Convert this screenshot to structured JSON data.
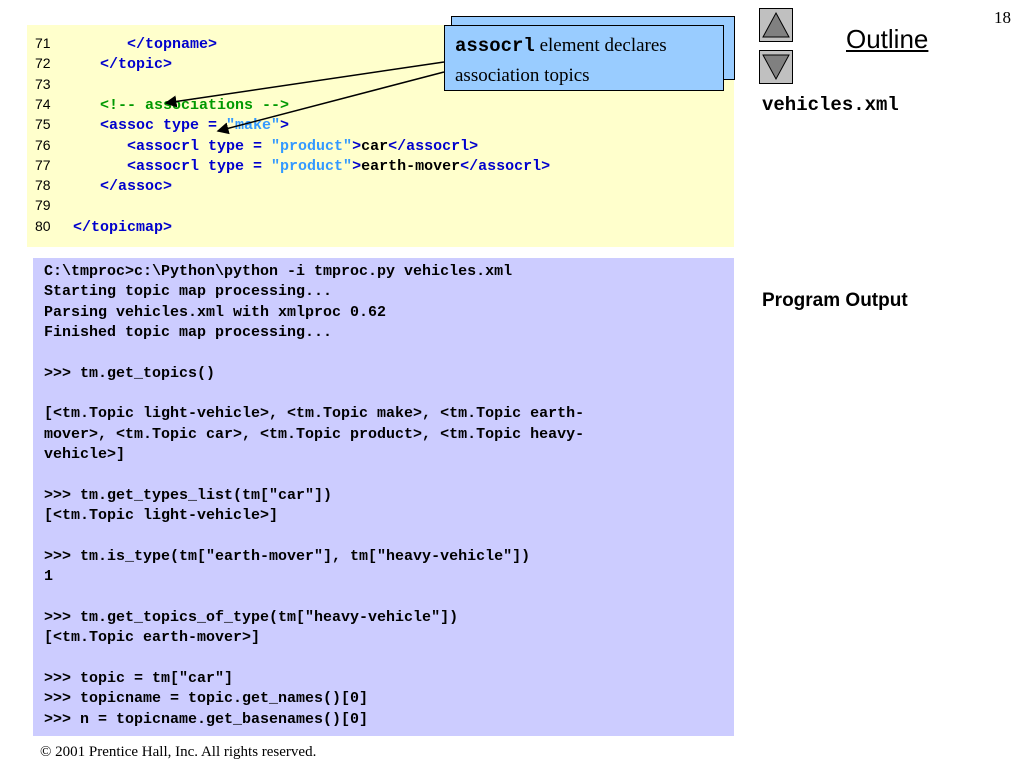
{
  "slide": {
    "number": "18",
    "outline_title": "Outline",
    "file_label": "vehicles.xml",
    "program_output_label": "Program Output",
    "copyright": "© 2001 Prentice Hall, Inc.  All rights reserved."
  },
  "callout": {
    "keyword": "assocrl",
    "text": " element declares association topics"
  },
  "code": {
    "lines": [
      {
        "num": "71",
        "parts": [
          {
            "t": "      </topname>",
            "c": "tag"
          }
        ]
      },
      {
        "num": "72",
        "parts": [
          {
            "t": "   </topic>",
            "c": "tag"
          }
        ]
      },
      {
        "num": "73",
        "parts": []
      },
      {
        "num": "74",
        "parts": [
          {
            "t": "   <!-- associations -->",
            "c": "cmt"
          }
        ]
      },
      {
        "num": "75",
        "parts": [
          {
            "t": "   <assoc type = ",
            "c": "tag"
          },
          {
            "t": "\"make\"",
            "c": "str"
          },
          {
            "t": ">",
            "c": "tag"
          }
        ]
      },
      {
        "num": "76",
        "parts": [
          {
            "t": "      <assocrl type = ",
            "c": "tag"
          },
          {
            "t": "\"product\"",
            "c": "str"
          },
          {
            "t": ">",
            "c": "tag"
          },
          {
            "t": "car",
            "c": "txt"
          },
          {
            "t": "</assocrl>",
            "c": "tag"
          }
        ]
      },
      {
        "num": "77",
        "parts": [
          {
            "t": "      <assocrl type = ",
            "c": "tag"
          },
          {
            "t": "\"product\"",
            "c": "str"
          },
          {
            "t": ">",
            "c": "tag"
          },
          {
            "t": "earth-mover",
            "c": "txt"
          },
          {
            "t": "</assocrl>",
            "c": "tag"
          }
        ]
      },
      {
        "num": "78",
        "parts": [
          {
            "t": "   </assoc>",
            "c": "tag"
          }
        ]
      },
      {
        "num": "79",
        "parts": []
      },
      {
        "num": "80",
        "parts": [
          {
            "t": "</topicmap>",
            "c": "tag"
          }
        ]
      }
    ]
  },
  "output": {
    "lines": [
      "C:\\tmproc>c:\\Python\\python -i tmproc.py vehicles.xml",
      "Starting topic map processing...",
      "Parsing vehicles.xml with xmlproc 0.62",
      "Finished topic map processing...",
      "",
      ">>> tm.get_topics()",
      "",
      "[<tm.Topic light-vehicle>, <tm.Topic make>, <tm.Topic earth-",
      "mover>, <tm.Topic car>, <tm.Topic product>, <tm.Topic heavy-",
      "vehicle>]",
      "",
      ">>> tm.get_types_list(tm[\"car\"])",
      "[<tm.Topic light-vehicle>]",
      "",
      ">>> tm.is_type(tm[\"earth-mover\"], tm[\"heavy-vehicle\"])",
      "1",
      "",
      ">>> tm.get_topics_of_type(tm[\"heavy-vehicle\"])",
      "[<tm.Topic earth-mover>]",
      "",
      ">>> topic = tm[\"car\"]",
      ">>> topicname = topic.get_names()[0]",
      ">>> n = topicname.get_basenames()[0]"
    ]
  },
  "colors": {
    "code_bg": "#ffffcc",
    "output_bg": "#ccccff",
    "callout_bg": "#99ccff",
    "tag": "#0000cc",
    "comment": "#009900",
    "string": "#3399ff"
  },
  "icons": {
    "prev": "triangle-up-icon",
    "next": "triangle-down-icon"
  }
}
